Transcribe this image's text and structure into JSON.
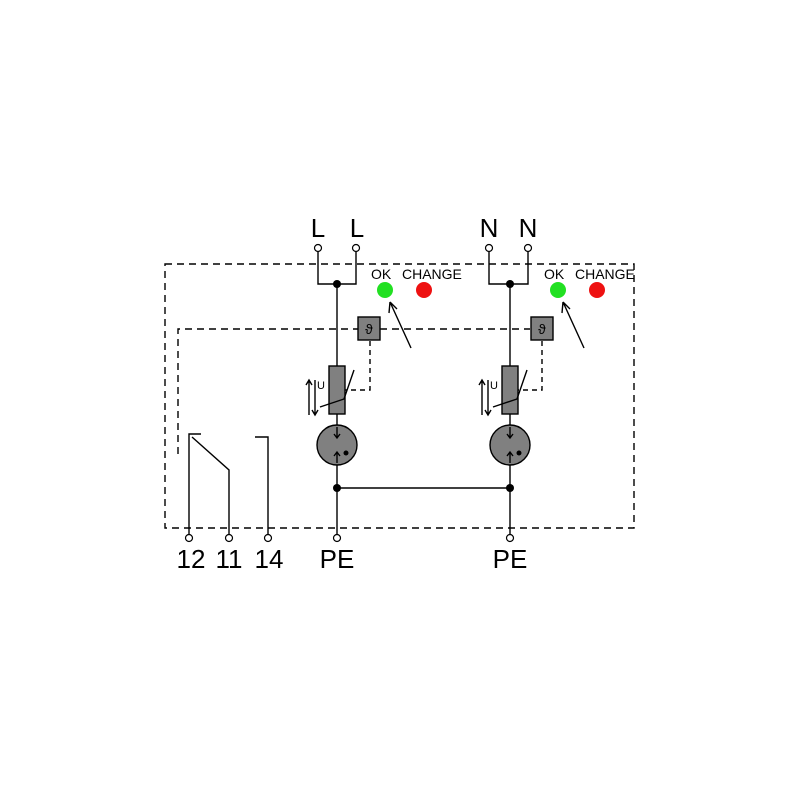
{
  "terminals": {
    "l1": "L",
    "l2": "L",
    "n1": "N",
    "n2": "N",
    "pe1": "PE",
    "pe2": "PE",
    "c12": "12",
    "c11": "11",
    "c14": "14"
  },
  "indicators": {
    "ok_label": "OK",
    "change_label": "CHANGE",
    "ok_color": "#22e022",
    "change_color": "#ee1111"
  },
  "symbols": {
    "thermal": "ϑ",
    "varistor_u": "U"
  }
}
